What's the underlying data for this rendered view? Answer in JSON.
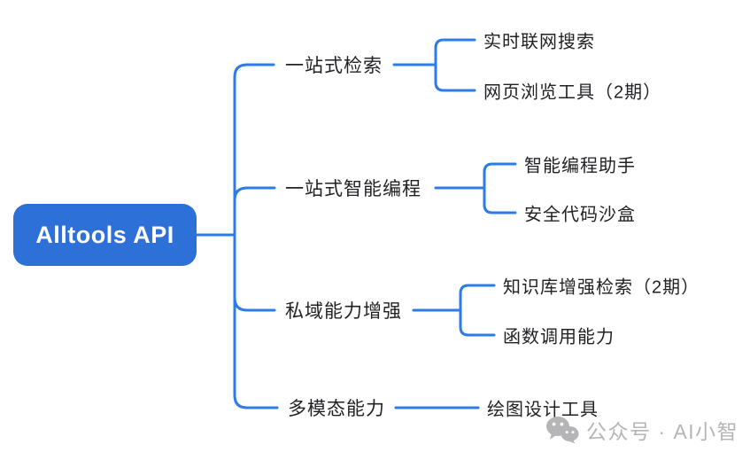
{
  "root": {
    "label": "Alltools API"
  },
  "branches": [
    {
      "label": "一站式检索",
      "children": [
        {
          "label": "实时联网搜索"
        },
        {
          "label": "网页浏览工具（2期）"
        }
      ]
    },
    {
      "label": "一站式智能编程",
      "children": [
        {
          "label": "智能编程助手"
        },
        {
          "label": "安全代码沙盒"
        }
      ]
    },
    {
      "label": "私域能力增强",
      "children": [
        {
          "label": "知识库增强检索（2期）"
        },
        {
          "label": "函数调用能力"
        }
      ]
    },
    {
      "label": "多模态能力",
      "children": [
        {
          "label": "绘图设计工具"
        }
      ]
    }
  ],
  "watermark": {
    "icon": "wechat-icon",
    "text": "公众号 · AI小智"
  },
  "colors": {
    "background": "#ffffff",
    "node_fill": "#2d70d8",
    "node_text": "#ffffff",
    "connector": "#2b7ce9",
    "text": "#222226",
    "watermark": "#b5b5b8"
  }
}
